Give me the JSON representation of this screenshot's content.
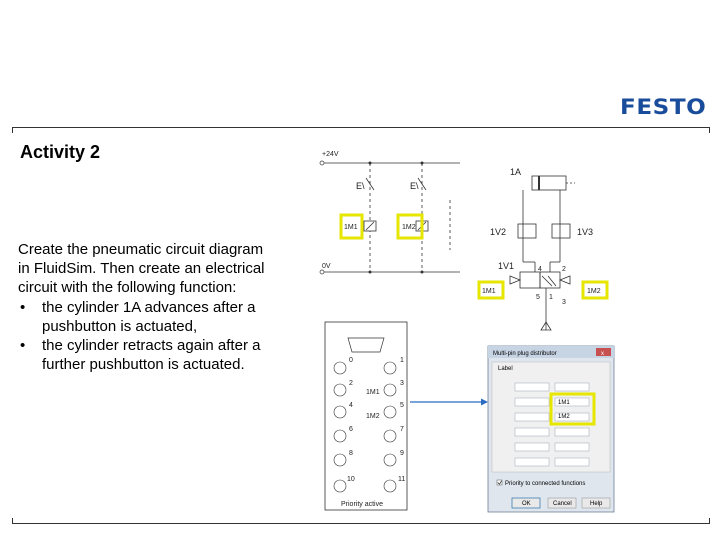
{
  "brand": {
    "logo_text": "FESTO"
  },
  "slide": {
    "title": "Activity 2",
    "intro": "Create the pneumatic circuit diagram in FluidSim. Then create an electrical circuit with the following function:",
    "bullets": [
      "the cylinder 1A advances after a pushbutton is actuated,",
      "the cylinder retracts again after a further pushbutton is actuated."
    ]
  },
  "electrical": {
    "supply_top": "+24V",
    "supply_bottom": "0V",
    "switch_label": "E\\",
    "coil_1": "1M1",
    "coil_2": "1M2"
  },
  "pneumatic": {
    "cylinder": "1A",
    "valve_left": "1V2",
    "valve_right": "1V3",
    "valve_main": "1V1",
    "coil_left": "1M1",
    "coil_right": "1M2",
    "port_4": "4",
    "port_2": "2",
    "port_5": "5",
    "port_1": "1",
    "port_3": "3"
  },
  "connector": {
    "footer": "Priority active",
    "pins_left": [
      "0",
      "2",
      "4",
      "6",
      "8",
      "10"
    ],
    "pins_right": [
      "1",
      "3",
      "5",
      "7",
      "9",
      "11"
    ],
    "assign_1": "1M1",
    "assign_2": "1M2"
  },
  "dialog": {
    "title": "Multi-pin plug distributor",
    "group_label": "Label",
    "entry_1": "1M1",
    "entry_2": "1M2",
    "checkbox_label": "Priority to connected functions",
    "ok_label": "OK",
    "cancel_label": "Cancel",
    "help_label": "Help",
    "close_glyph": "x"
  },
  "colors": {
    "highlight": "#e6e600",
    "arrow": "#2b6cc4",
    "logo": "#1a4c9c"
  }
}
